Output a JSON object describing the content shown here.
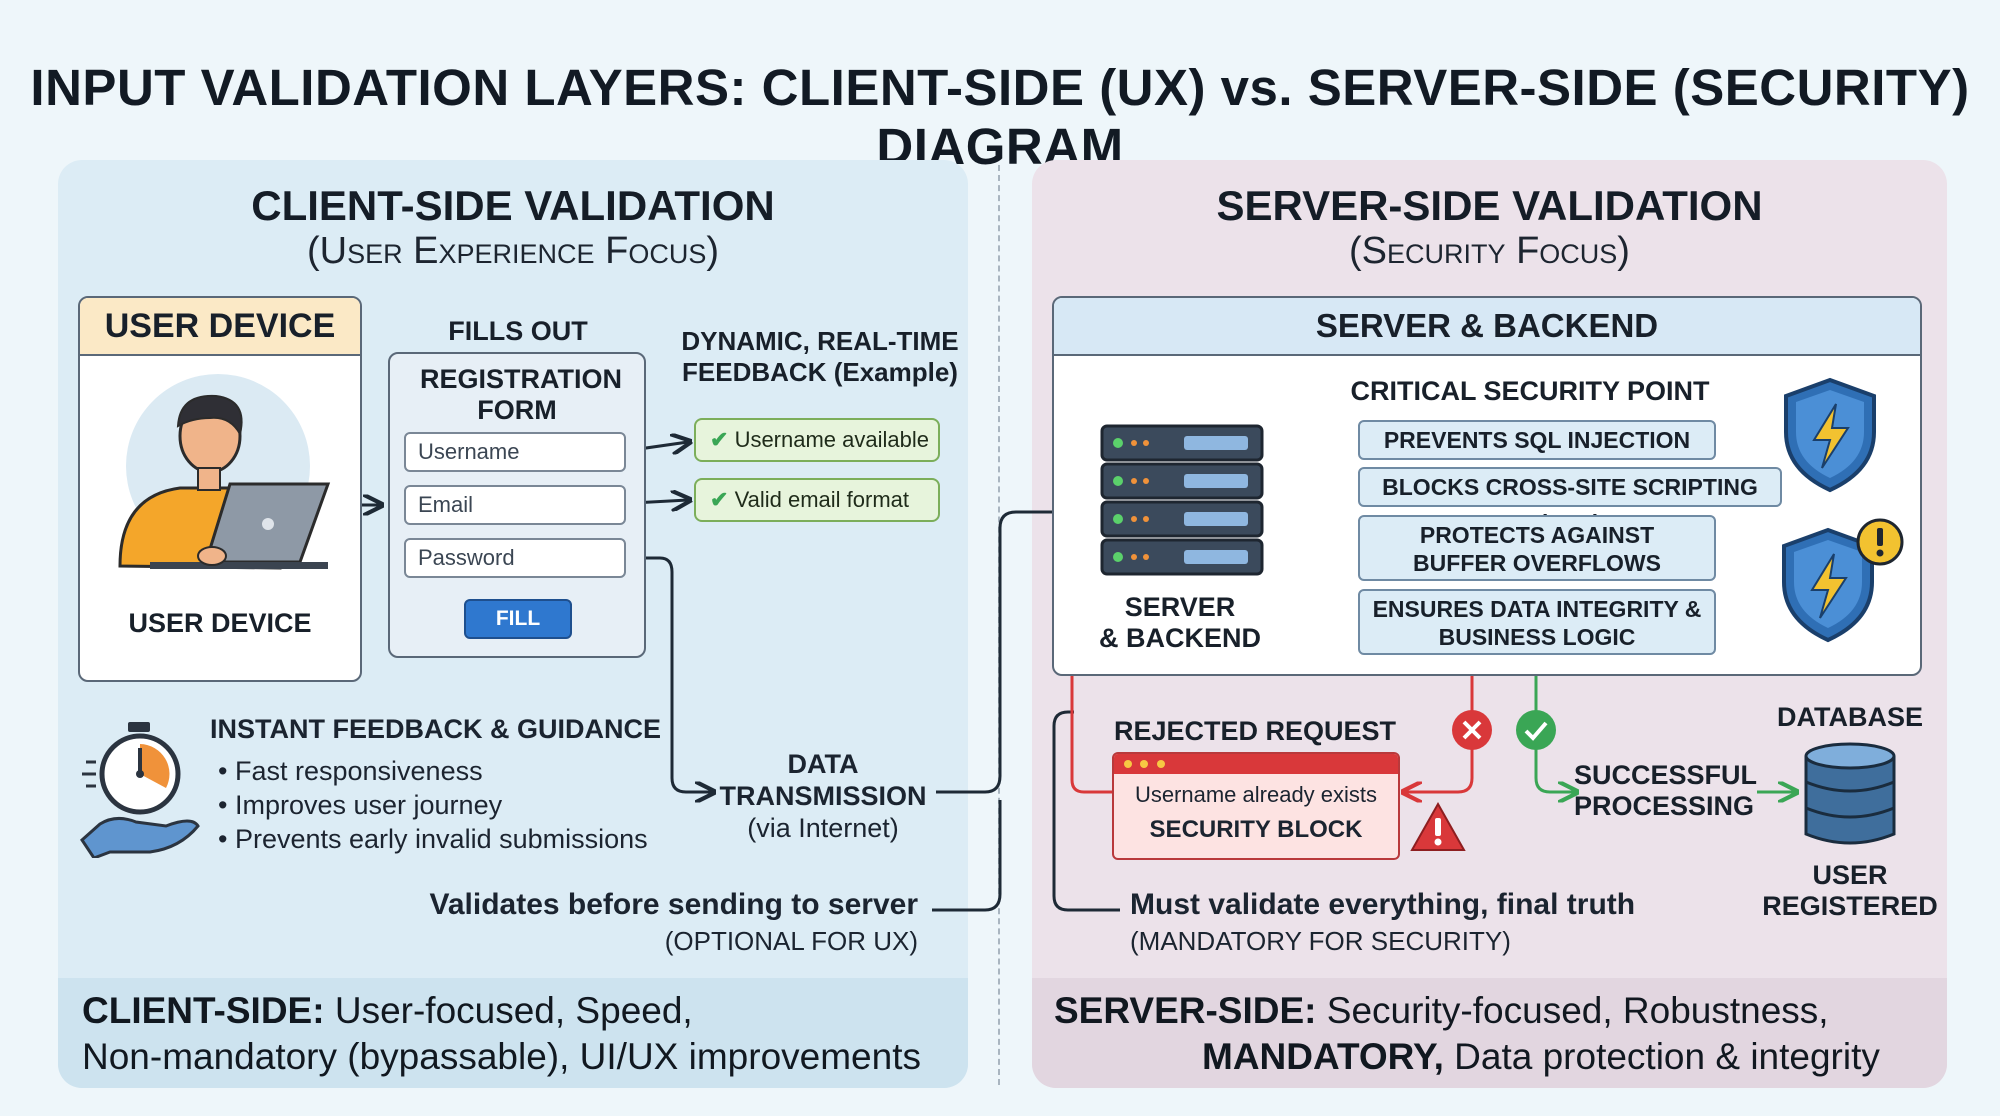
{
  "title": "INPUT VALIDATION LAYERS: CLIENT-SIDE (UX) vs. SERVER-SIDE (SECURITY) DIAGRAM",
  "client": {
    "heading": "CLIENT-SIDE VALIDATION",
    "subheading": "(User Experience Focus)",
    "device_header": "USER DEVICE",
    "device_caption": "USER DEVICE",
    "fills_out": "FILLS OUT",
    "form_title": "REGISTRATION FORM",
    "fields": [
      "Username",
      "Email",
      "Password"
    ],
    "fill_button": "FILL",
    "feedback_title": "DYNAMIC, REAL-TIME FEEDBACK (Example)",
    "feedback": [
      "Username available",
      "Valid email format"
    ],
    "instant_title": "INSTANT FEEDBACK & GUIDANCE",
    "instant_items": [
      "Fast responsiveness",
      "Improves user journey",
      "Prevents early invalid submissions"
    ],
    "transmission_1": "DATA",
    "transmission_2": "TRANSMISSION",
    "transmission_3": "(via Internet)",
    "validates_1": "Validates before sending to server",
    "validates_2": "(OPTIONAL FOR UX)",
    "footer_bold": "CLIENT-SIDE:",
    "footer_1": "User-focused,  Speed,",
    "footer_2": "Non-mandatory (bypassable),  UI/UX improvements"
  },
  "server": {
    "heading": "SERVER-SIDE VALIDATION",
    "subheading": "(Security Focus)",
    "backend_header": "SERVER & BACKEND",
    "critical": "CRITICAL SECURITY POINT",
    "server_caption_1": "SERVER",
    "server_caption_2": "& BACKEND",
    "security_items": [
      "PREVENTS SQL INJECTION",
      "BLOCKS CROSS-SITE SCRIPTING (XSS)",
      "PROTECTS AGAINST BUFFER OVERFLOWS",
      "ENSURES DATA INTEGRITY & BUSINESS LOGIC"
    ],
    "rejected_title": "REJECTED REQUEST",
    "rejected_msg": "Username already exists",
    "rejected_block": "SECURITY BLOCK",
    "success_1": "SUCCESSFUL",
    "success_2": "PROCESSING",
    "database": "DATABASE",
    "registered_1": "USER",
    "registered_2": "REGISTERED",
    "must_1": "Must validate everything, final truth",
    "must_2": "(MANDATORY FOR SECURITY)",
    "footer_bold": "SERVER-SIDE:",
    "footer_1": "Security-focused,  Robustness,",
    "footer_bold_2": "MANDATORY,",
    "footer_2": "Data protection & integrity"
  },
  "colors": {
    "client_panel": "#dcecf5",
    "server_panel": "#ece2ea",
    "success_green": "#3aa655",
    "reject_red": "#d9383a",
    "shield_blue": "#2f6fb5",
    "bolt_yellow": "#f2c230"
  }
}
